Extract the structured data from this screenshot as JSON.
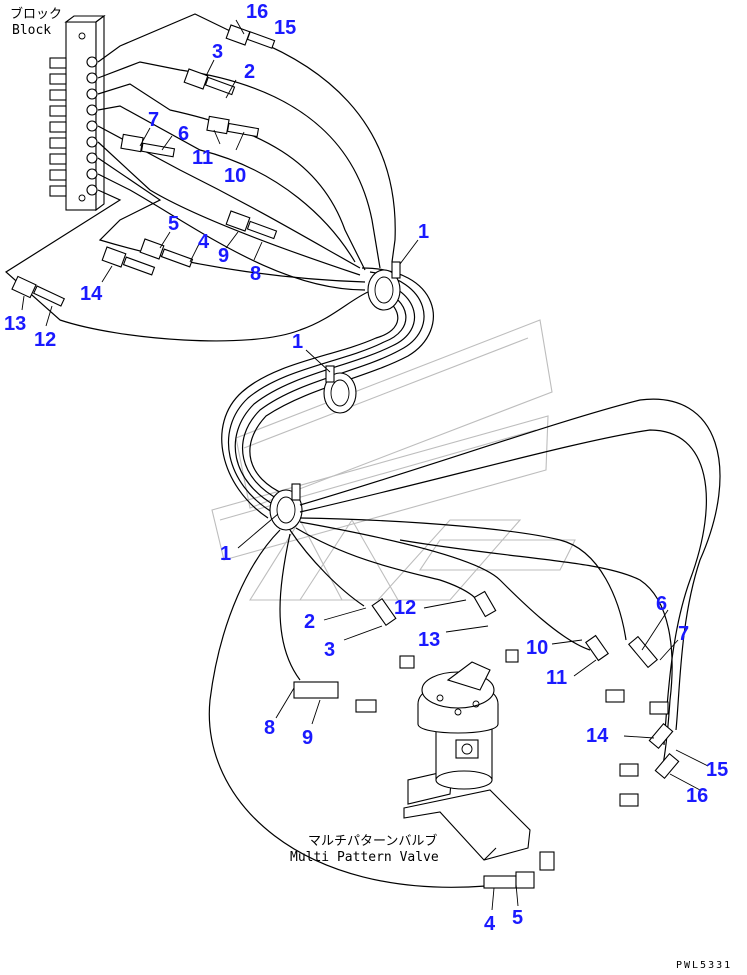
{
  "labels": {
    "block_jp": "ブロック",
    "block_en": "Block",
    "valve_jp": "マルチパターンバルブ",
    "valve_en": "Multi Pattern Valve",
    "ref_code": "PWL5331"
  },
  "callouts": {
    "c16a": "16",
    "c15a": "15",
    "c3a": "3",
    "c2a": "2",
    "c7a": "7",
    "c6a": "6",
    "c11a": "11",
    "c10a": "10",
    "c1a": "1",
    "c5a": "5",
    "c4a": "4",
    "c9a": "9",
    "c8a": "8",
    "c14a": "14",
    "c13a": "13",
    "c12a": "12",
    "c1b": "1",
    "c1c": "1",
    "c2b": "2",
    "c3b": "3",
    "c12b": "12",
    "c13b": "13",
    "c10b": "10",
    "c11b": "11",
    "c6b": "6",
    "c7b": "7",
    "c8b": "8",
    "c9b": "9",
    "c14b": "14",
    "c15b": "15",
    "c16b": "16",
    "c4b": "4",
    "c5b": "5"
  },
  "colors": {
    "callout": "#1a1aff",
    "line": "#000000",
    "watermark": "#bdbdbd"
  }
}
